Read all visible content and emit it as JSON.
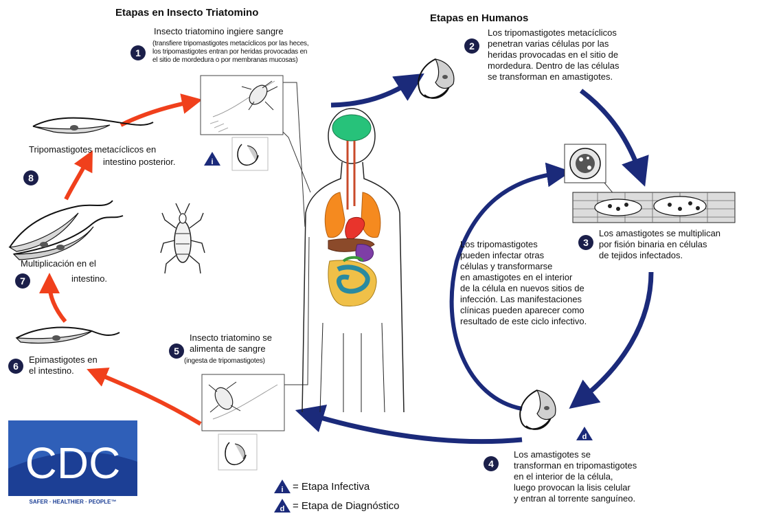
{
  "headings": {
    "insect": "Etapas en Insecto Triatomino",
    "human": "Etapas en Humanos"
  },
  "steps": [
    {
      "number": "1",
      "title": "Insecto triatomino ingiere sangre",
      "detail": [
        "(transfiere tripomastigotes metacíclicos por las heces,",
        "los tripomastigotes entran por heridas provocadas en",
        "el sitio de mordedura o por membranas mucosas)"
      ]
    },
    {
      "number": "2",
      "lines": [
        "Los tripomastigotes metacíclicos",
        "penetran varias células por las",
        "heridas provocadas en el sitio de",
        "mordedura. Dentro de las células",
        "se transforman en amastigotes."
      ]
    },
    {
      "number": "3",
      "lines": [
        "Los amastigotes se multiplican",
        "por fisión binaria en células",
        "de tejidos infectados."
      ]
    },
    {
      "number": "4",
      "lines": [
        "Los amastigotes se",
        "transforman en tripomastigotes",
        "en el interior de la célula,",
        "luego provocan la lisis celular",
        "y entran al torrente sanguíneo."
      ]
    },
    {
      "number": "5",
      "lines": [
        "Insecto triatomino se",
        "alimenta de sangre"
      ],
      "detail": "(ingesta de tripomastigotes)"
    },
    {
      "number": "6",
      "lines": [
        "Epimastigotes en",
        "el intestino."
      ]
    },
    {
      "number": "7",
      "lines": [
        "Multiplicación en el",
        "intestino."
      ]
    },
    {
      "number": "8",
      "lines": [
        "Tripomastigotes metacíclicos en",
        "intestino posterior."
      ]
    }
  ],
  "inner_note": [
    "Los tripomastigotes",
    "pueden infectar otras",
    "células y transformarse",
    "en amastigotes en el interior",
    "de la célula en nuevos sitios de",
    "infección. Las manifestaciones",
    "clínicas pueden aparecer como",
    "resultado de este ciclo infectivo."
  ],
  "legend": [
    {
      "symbol": "i",
      "label": "= Etapa Infectiva"
    },
    {
      "symbol": "d",
      "label": "= Etapa de Diagnóstico"
    }
  ],
  "stage_markers": {
    "infective": "i",
    "diagnostic": "d"
  },
  "logo": {
    "text": "CDC",
    "tagline": "SAFER · HEALTHIER · PEOPLE™"
  },
  "colors": {
    "navy": "#1b2a7a",
    "red": "#f0401c",
    "badge": "#1b1f4a"
  }
}
